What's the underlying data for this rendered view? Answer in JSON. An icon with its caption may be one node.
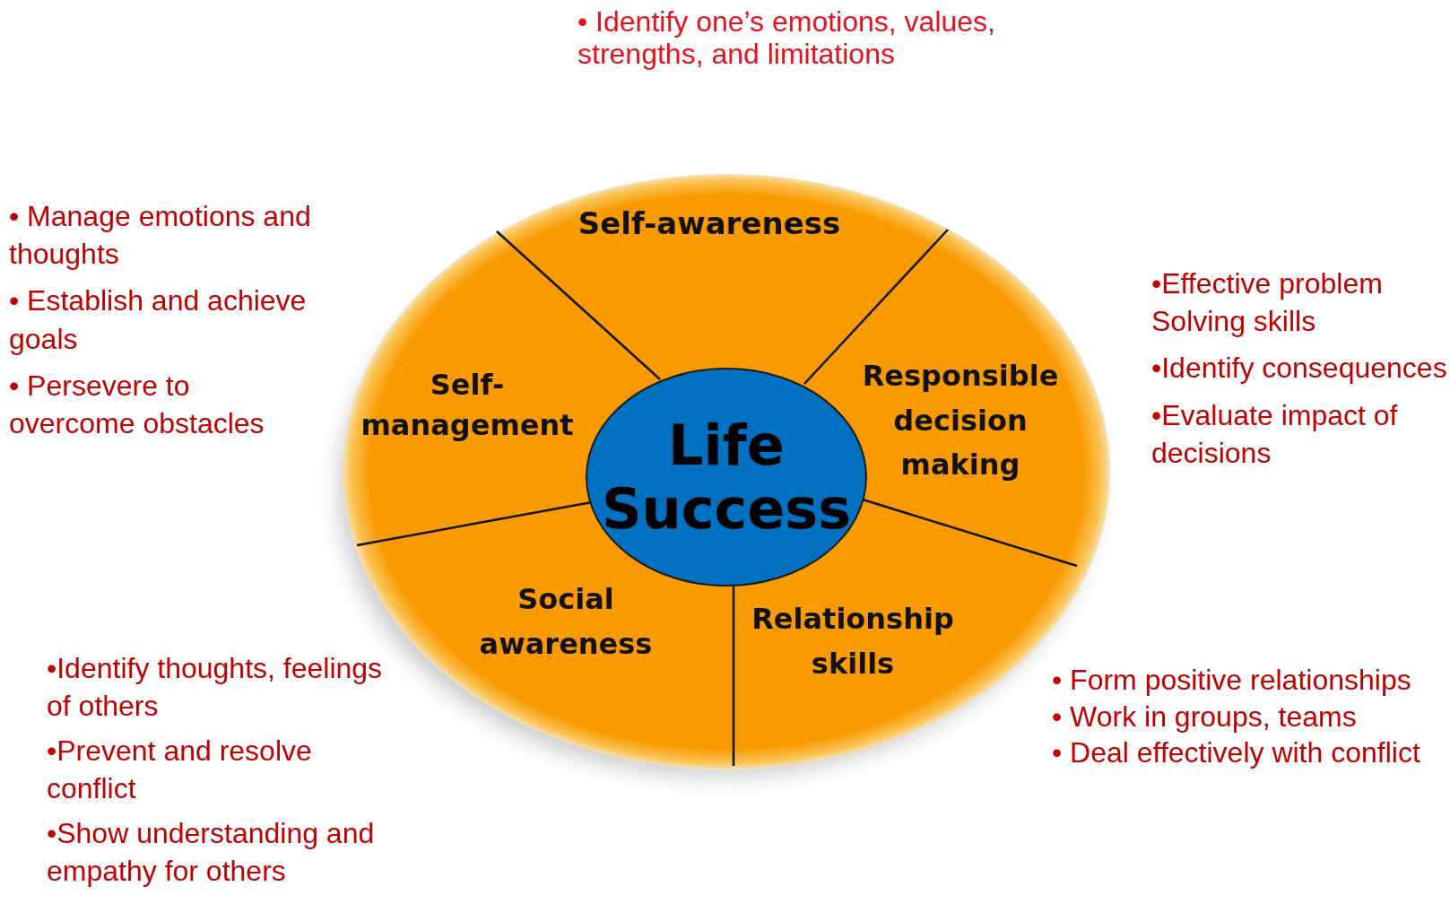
{
  "diagram": {
    "nodes": [
      {
        "text": [
          "Self-awareness"
        ]
      },
      {
        "text": [
          "Self- management"
        ]
      },
      {
        "text": [
          "Responsible decision making"
        ]
      },
      {
        "text": [
          "Social awareness"
        ]
      },
      {
        "text": [
          "Relationship skills"
        ]
      },
      {
        "text": [
          "Life Success"
        ]
      }
    ],
    "labels": [
      "• Identify one’s emotions, values, strengths, and limitations",
      "• Manage emotions and thoughts",
      "• Establish and achieve goals",
      "• Persevere to overcome obstacles",
      "•Effective problem Solving skills",
      "•Identify consequences",
      "•Evaluate impact of decisions",
      "•Identify thoughts, feelings of others",
      "•Prevent and resolve conflict",
      "•Show understanding and empathy for others",
      "• Form positive relationships",
      "• Work in groups, teams",
      "• Deal effectively with conflict"
    ]
  }
}
